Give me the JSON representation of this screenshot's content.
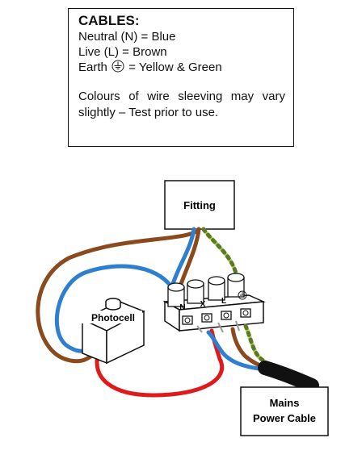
{
  "legend": {
    "title": "CABLES:",
    "neutral": "Neutral (N) = Blue",
    "live": "Live (L) = Brown",
    "earth_prefix": "Earth",
    "earth_suffix": "= Yellow & Green",
    "note": "Colours of wire sleeving may vary slightly – Test prior to use."
  },
  "diagram": {
    "fitting_label": "Fitting",
    "photocell_label": "Photocell",
    "mains_label_line1": "Mains",
    "mains_label_line2": "Power Cable",
    "terminals": [
      "N",
      "X",
      "L",
      "earth"
    ],
    "colors": {
      "blue": "#2f7fd0",
      "brown": "#8a4a1e",
      "red": "#e0191b",
      "yellow_green": "#b7d65a",
      "black": "#111111",
      "grey": "#9a9a9a"
    }
  }
}
